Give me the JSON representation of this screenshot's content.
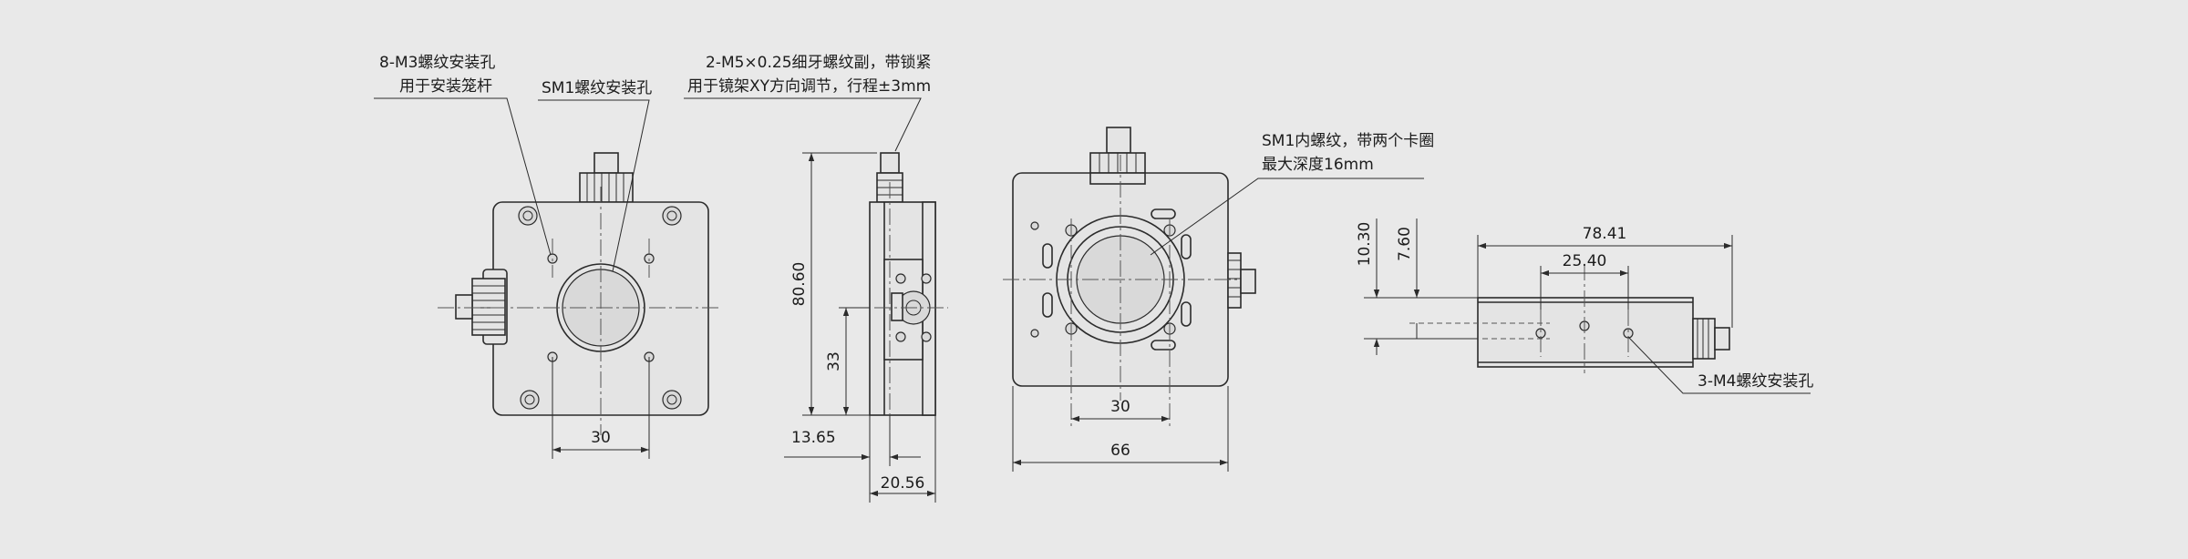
{
  "colors": {
    "background": "#e9e9e9",
    "line": "#2b2b2b",
    "part": "#e4e4e4"
  },
  "labels": {
    "m3_holes_line1": "8-M3螺纹安装孔",
    "m3_holes_line2": "用于安装笼杆",
    "sm1_mount": "SM1螺纹安装孔",
    "m5_line1": "2-M5×0.25细牙螺纹副，带锁紧",
    "m5_line2": "用于镜架XY方向调节，行程±3mm",
    "sm1_inner_line1": "SM1内螺纹，带两个卡圈",
    "sm1_inner_line2": "最大深度16mm",
    "m4_holes": "3-M4螺纹安装孔"
  },
  "dimensions": {
    "front_width": "30",
    "side_height": "80.60",
    "side_center": "33",
    "side_offset": "13.65",
    "side_depth": "20.56",
    "rear_width": "30",
    "rear_overall": "66",
    "top_length": "78.41",
    "top_spacing": "25.40",
    "top_height1": "10.30",
    "top_height2": "7.60"
  }
}
